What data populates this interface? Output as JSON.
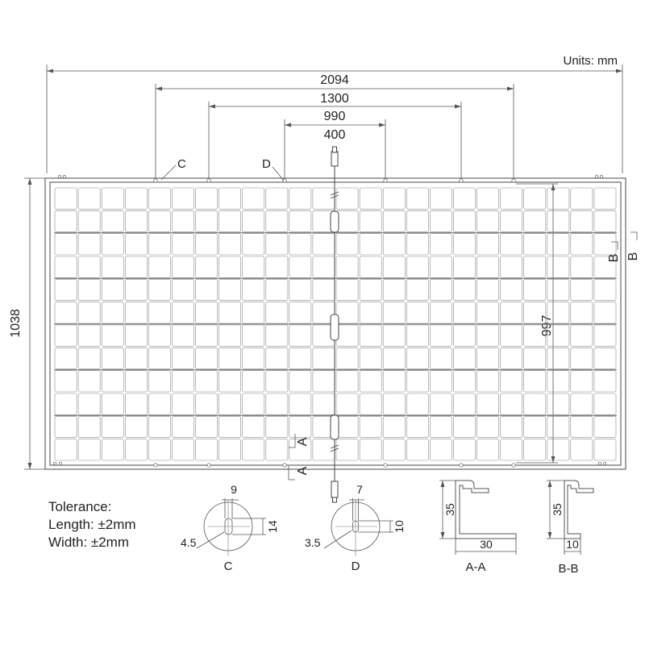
{
  "units_label": "Units: mm",
  "dimensions": {
    "overall_length": "2094",
    "mount_1300": "1300",
    "mount_990": "990",
    "mount_400": "400",
    "width": "1038",
    "inner_997": "997"
  },
  "markers": {
    "c": "C",
    "d": "D",
    "section_a": "A",
    "section_b": "B"
  },
  "tolerance": {
    "title": "Tolerance:",
    "length": "Length: ±2mm",
    "width": "Width: ±2mm"
  },
  "details": {
    "c": {
      "label": "C",
      "w": "9",
      "h": "14",
      "dia": "4.5"
    },
    "d": {
      "label": "D",
      "w": "7",
      "h": "10",
      "dia": "3.5"
    },
    "aa": {
      "label": "A-A",
      "h": "35",
      "w": "30"
    },
    "bb": {
      "label": "B-B",
      "h": "35",
      "w": "10"
    }
  }
}
